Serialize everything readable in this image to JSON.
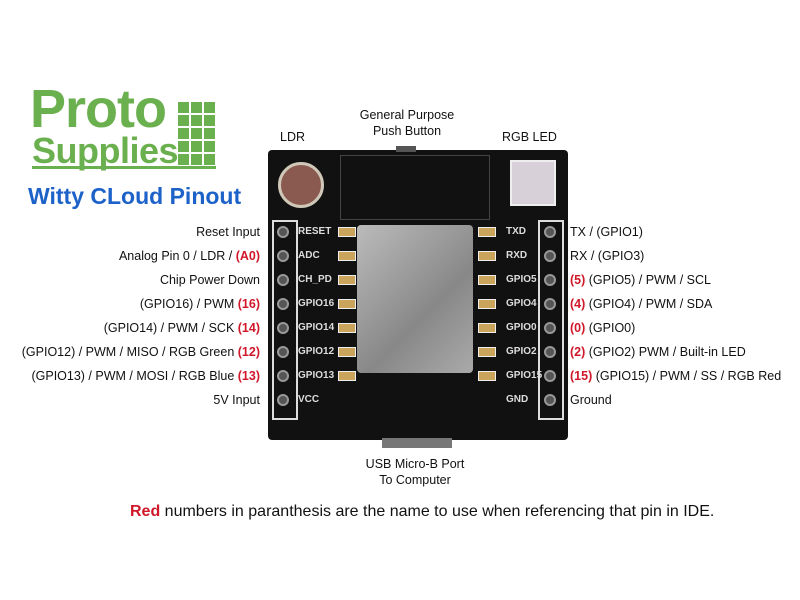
{
  "logo": {
    "line1": "Proto",
    "line2": "Supplies"
  },
  "title": "Witty CLoud Pinout",
  "top_labels": {
    "ldr": "LDR",
    "button_line1": "General Purpose",
    "button_line2": "Push Button",
    "rgb": "RGB LED"
  },
  "bottom_labels": {
    "usb_line1": "USB Micro-B Port",
    "usb_line2": "To Computer"
  },
  "left_pins": [
    {
      "text": "Reset Input",
      "ide": ""
    },
    {
      "text": "Analog Pin 0 / LDR / ",
      "ide": "(A0)"
    },
    {
      "text": "Chip Power Down",
      "ide": ""
    },
    {
      "text": "(GPIO16) /  PWM  ",
      "ide": "(16)"
    },
    {
      "text": "(GPIO14) /  PWM / SCK ",
      "ide": "(14)"
    },
    {
      "text": "(GPIO12) / PWM / MISO / RGB Green ",
      "ide": "(12)"
    },
    {
      "text": "(GPIO13) / PWM / MOSI / RGB Blue ",
      "ide": "(13)"
    },
    {
      "text": "5V Input",
      "ide": ""
    }
  ],
  "right_pins": [
    {
      "ide": "",
      "text": "TX / (GPIO1)"
    },
    {
      "ide": "",
      "text": "RX / (GPIO3)"
    },
    {
      "ide": "(5)",
      "text": " (GPIO5) / PWM / SCL"
    },
    {
      "ide": "(4)",
      "text": " (GPIO4) / PWM / SDA"
    },
    {
      "ide": "(0)",
      "text": " (GPIO0)"
    },
    {
      "ide": "(2)",
      "text": " (GPIO2) PWM / Built-in LED"
    },
    {
      "ide": "(15)",
      "text": "  (GPIO15) / PWM / SS / RGB Red"
    },
    {
      "ide": "",
      "text": "Ground"
    }
  ],
  "silkscreen_left": [
    "RESET",
    "ADC",
    "CH_PD",
    "GPIO16",
    "GPIO14",
    "GPIO12",
    "GPIO13",
    "VCC"
  ],
  "silkscreen_right": [
    "TXD",
    "RXD",
    "GPIO5",
    "GPIO4",
    "GPIO0",
    "GPIO2",
    "GPIO15",
    "GND"
  ],
  "footer": {
    "red": "Red",
    "rest": " numbers in paranthesis are the name to use when referencing that pin in IDE."
  },
  "colors": {
    "green": "#6bb04f",
    "blue": "#1d62c8",
    "red": "#d0182a"
  }
}
